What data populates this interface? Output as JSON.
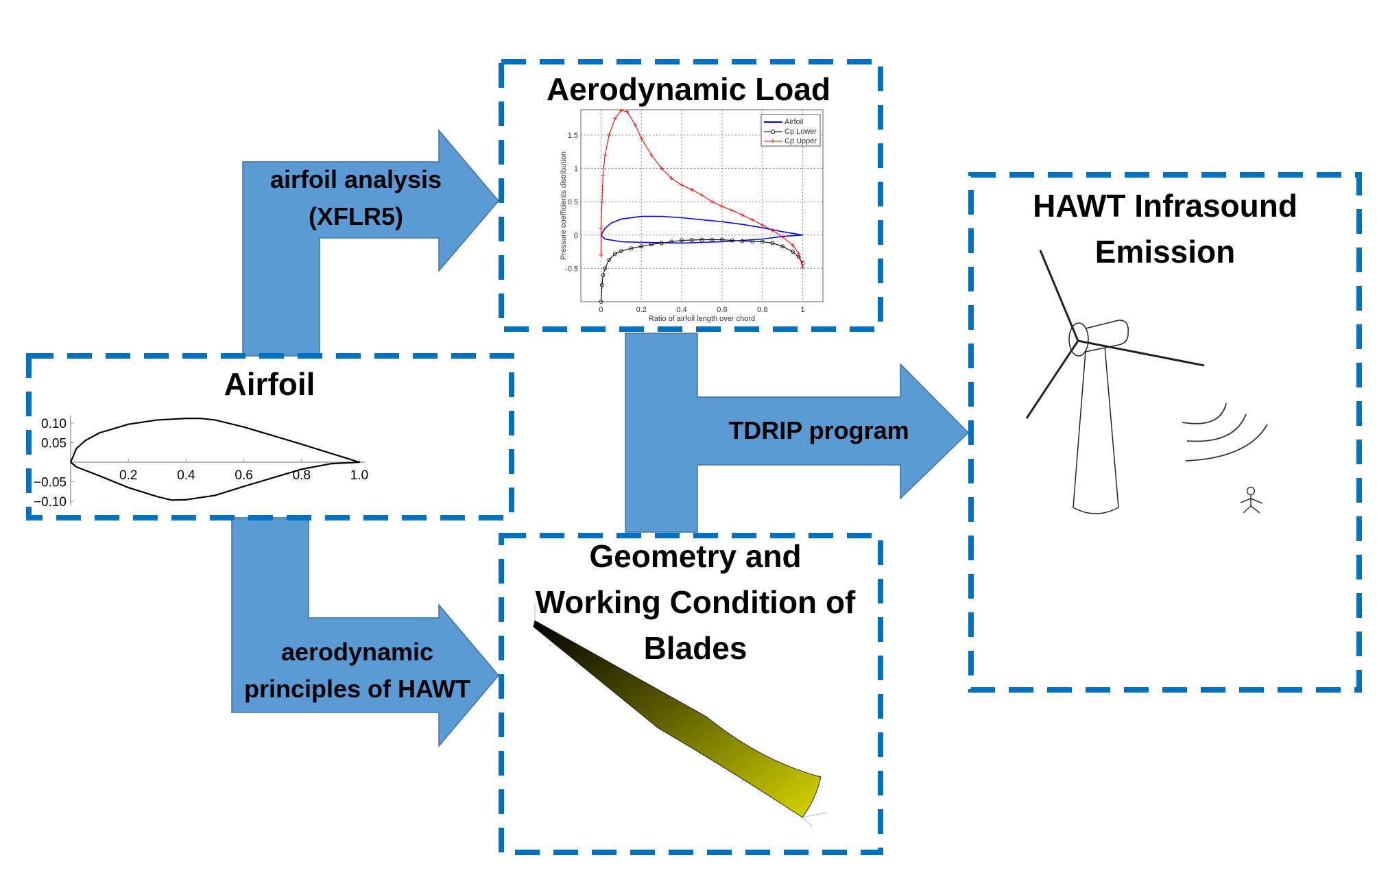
{
  "colors": {
    "box_border": "#0070c0",
    "arrow_fill": "#5b9bd5",
    "airfoil_line": "#0000ff",
    "cp_lower": "#000000",
    "cp_upper": "#ff0000",
    "blade": "#c8c800"
  },
  "boxes": {
    "aero_load": {
      "title": "Aerodynamic Load"
    },
    "airfoil": {
      "title": "Airfoil"
    },
    "geometry": {
      "title_lines": [
        "Geometry and",
        "Working Condition of",
        "Blades"
      ]
    },
    "hawt": {
      "title_lines": [
        "HAWT Infrasound",
        "Emission"
      ]
    }
  },
  "arrows": {
    "airfoil_analysis": {
      "lines": [
        "airfoil analysis",
        "(XFLR5)"
      ]
    },
    "aero_principles": {
      "lines": [
        "aerodynamic",
        "principles of HAWT"
      ]
    },
    "tdrip": {
      "label": "TDRIP program"
    }
  },
  "chart_data": [
    {
      "type": "line",
      "title": "",
      "xlabel": "Ratio of airfoil length over chord",
      "ylabel": "Pressure coefficients distribution",
      "xlim": [
        -0.1,
        1.1
      ],
      "ylim": [
        -1.0,
        1.88
      ],
      "xticks": [
        0,
        0.2,
        0.4,
        0.6,
        0.8,
        1
      ],
      "xtick_labels": [
        "0",
        "0.2",
        "0.4",
        "0.6",
        "0.8",
        "1"
      ],
      "yticks": [
        -0.5,
        0,
        0.5,
        1,
        1.5
      ],
      "ytick_labels": [
        "-0.5",
        "0",
        "0.5",
        "1",
        "1.5"
      ],
      "grid": true,
      "legend_position": "top-right",
      "series": [
        {
          "name": "Airfoil",
          "marker": "none",
          "x": [
            1.0,
            0.9,
            0.8,
            0.7,
            0.6,
            0.5,
            0.4,
            0.3,
            0.2,
            0.1,
            0.05,
            0.02,
            0,
            0.02,
            0.1,
            0.2,
            0.4,
            0.6,
            0.8,
            0.9,
            1.0
          ],
          "y": [
            0,
            0.05,
            0.11,
            0.16,
            0.2,
            0.23,
            0.26,
            0.28,
            0.28,
            0.24,
            0.18,
            0.1,
            0,
            -0.06,
            -0.1,
            -0.11,
            -0.12,
            -0.1,
            -0.06,
            -0.02,
            0
          ]
        },
        {
          "name": "Cp Lower",
          "marker": "circle",
          "x": [
            0,
            0.005,
            0.01,
            0.02,
            0.04,
            0.07,
            0.1,
            0.15,
            0.2,
            0.25,
            0.3,
            0.35,
            0.4,
            0.45,
            0.5,
            0.55,
            0.6,
            0.65,
            0.7,
            0.75,
            0.8,
            0.85,
            0.9,
            0.95,
            0.98,
            1.0
          ],
          "y": [
            -1.0,
            -0.75,
            -0.6,
            -0.5,
            -0.37,
            -0.28,
            -0.24,
            -0.2,
            -0.17,
            -0.14,
            -0.12,
            -0.1,
            -0.08,
            -0.075,
            -0.07,
            -0.07,
            -0.07,
            -0.08,
            -0.09,
            -0.095,
            -0.1,
            -0.12,
            -0.17,
            -0.25,
            -0.33,
            -0.42
          ]
        },
        {
          "name": "Cp Upper",
          "marker": "plus",
          "x": [
            0,
            0,
            0.005,
            0.01,
            0.02,
            0.04,
            0.07,
            0.1,
            0.13,
            0.17,
            0.2,
            0.25,
            0.3,
            0.35,
            0.4,
            0.45,
            0.5,
            0.55,
            0.6,
            0.65,
            0.7,
            0.75,
            0.8,
            0.85,
            0.9,
            0.95,
            0.98,
            1.0
          ],
          "y": [
            -0.3,
            0.1,
            0.5,
            0.9,
            1.2,
            1.5,
            1.75,
            1.87,
            1.85,
            1.65,
            1.45,
            1.2,
            1.0,
            0.85,
            0.75,
            0.68,
            0.6,
            0.5,
            0.43,
            0.37,
            0.3,
            0.23,
            0.15,
            0.07,
            -0.03,
            -0.15,
            -0.28,
            -0.48
          ]
        }
      ]
    },
    {
      "type": "line",
      "title": "",
      "xlabel": "",
      "ylabel": "",
      "xlim": [
        0,
        1.02
      ],
      "ylim": [
        -0.11,
        0.12
      ],
      "xticks": [
        0.2,
        0.4,
        0.6,
        0.8,
        1.0
      ],
      "xtick_labels": [
        "0.2",
        "0.4",
        "0.6",
        "0.8",
        "1.0"
      ],
      "yticks": [
        0.1,
        0.05,
        -0.05,
        -0.1
      ],
      "ytick_labels": [
        "0.10",
        "0.05",
        "−0.05",
        "−0.10"
      ],
      "grid": false,
      "series": [
        {
          "name": "airfoil-profile",
          "x": [
            0,
            0.02,
            0.05,
            0.1,
            0.2,
            0.3,
            0.4,
            0.45,
            0.5,
            0.6,
            0.7,
            0.8,
            0.9,
            1.0,
            0.9,
            0.8,
            0.7,
            0.6,
            0.5,
            0.4,
            0.35,
            0.3,
            0.2,
            0.1,
            0.02,
            0
          ],
          "y": [
            0,
            0.035,
            0.055,
            0.075,
            0.097,
            0.108,
            0.112,
            0.112,
            0.108,
            0.09,
            0.068,
            0.046,
            0.023,
            0,
            -0.004,
            -0.018,
            -0.04,
            -0.062,
            -0.085,
            -0.096,
            -0.097,
            -0.088,
            -0.065,
            -0.035,
            -0.012,
            0
          ]
        }
      ]
    }
  ]
}
